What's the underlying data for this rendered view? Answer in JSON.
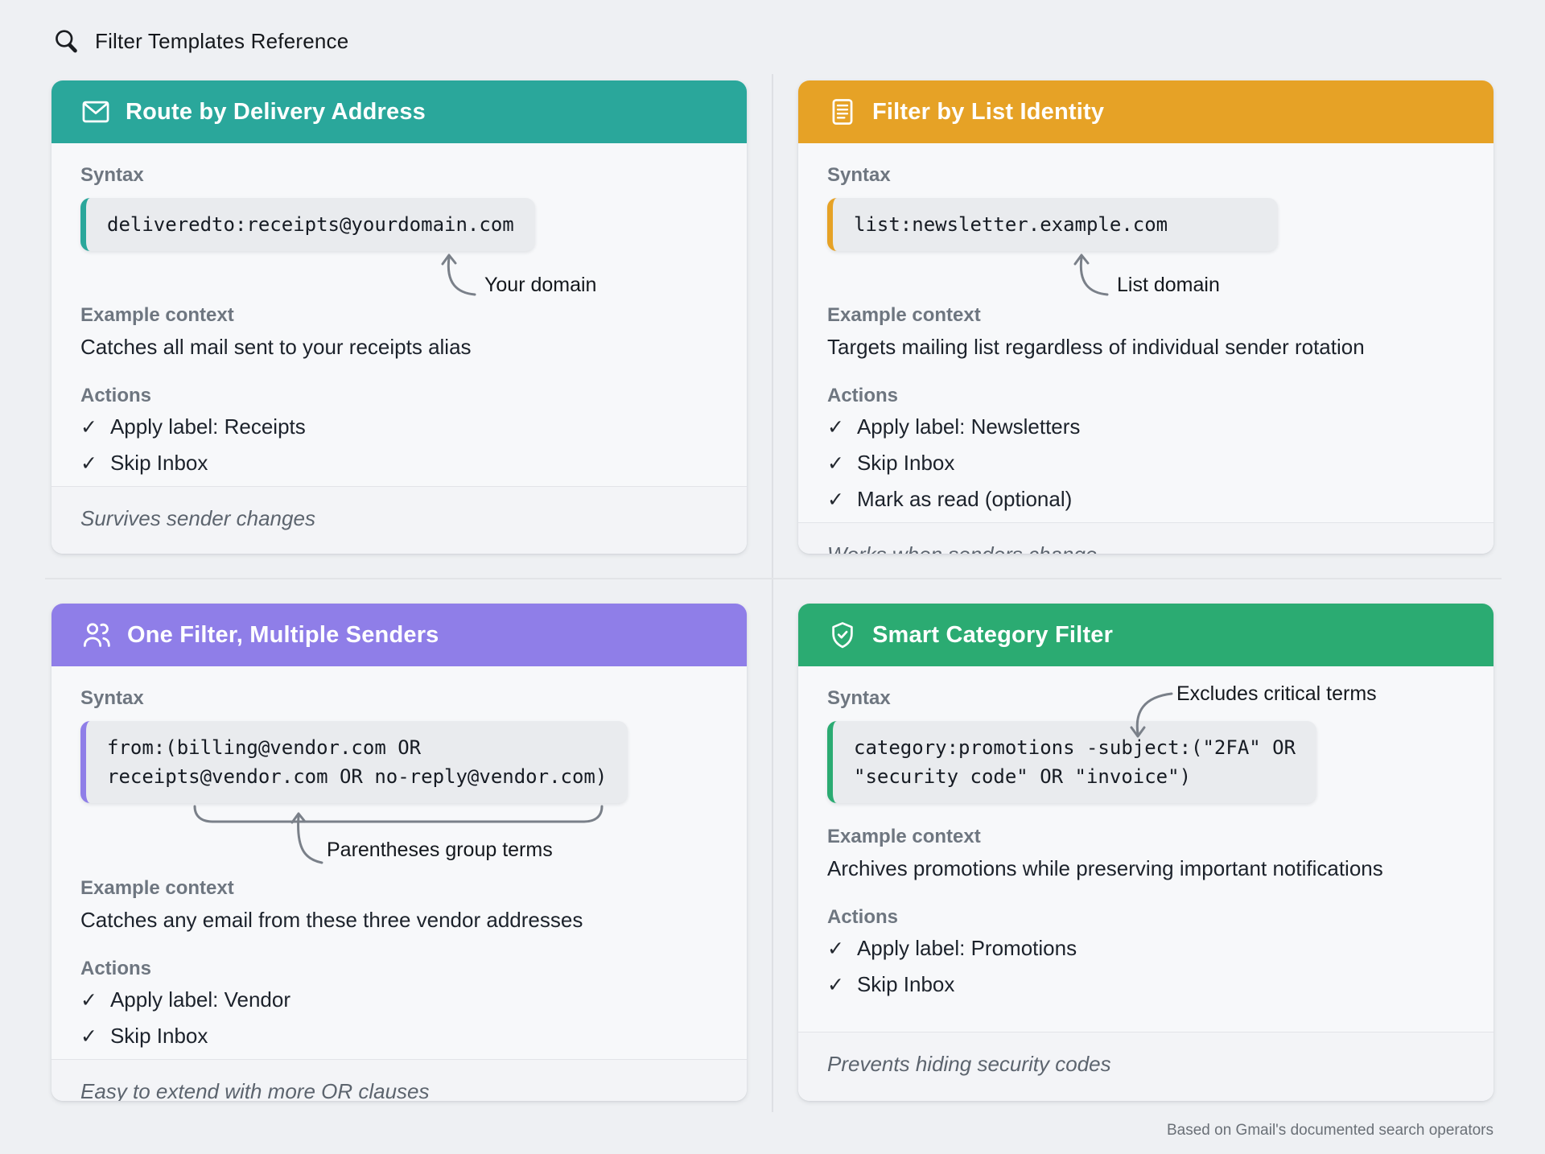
{
  "page": {
    "title": "Filter Templates Reference",
    "footnote": "Based on Gmail's documented search operators"
  },
  "section_labels": {
    "syntax": "Syntax",
    "example_context": "Example context",
    "actions": "Actions"
  },
  "glyphs": {
    "check": "✓"
  },
  "cards": [
    {
      "title": "Route by Delivery Address",
      "icon": "envelope-icon",
      "accent": "#2AA79B",
      "code_lines": [
        "deliveredto:receipts@yourdomain.com"
      ],
      "annotation": "Your domain",
      "example": "Catches all mail sent to your receipts alias",
      "actions": [
        "Apply label: Receipts",
        "Skip Inbox"
      ],
      "footer": "Survives sender changes"
    },
    {
      "title": "Filter by List Identity",
      "icon": "list-icon",
      "accent": "#E6A226",
      "code_lines": [
        "list:newsletter.example.com"
      ],
      "annotation": "List domain",
      "example": "Targets mailing list regardless of individual sender rotation",
      "actions": [
        "Apply label: Newsletters",
        "Skip Inbox",
        "Mark as read (optional)"
      ],
      "footer": "Works when senders change"
    },
    {
      "title": "One Filter, Multiple Senders",
      "icon": "users-icon",
      "accent": "#8F7EE8",
      "code_lines": [
        "from:(billing@vendor.com OR",
        "receipts@vendor.com OR no-reply@vendor.com)"
      ],
      "annotation": "Parentheses group terms",
      "example": "Catches any email from these three vendor addresses",
      "actions": [
        "Apply label: Vendor",
        "Skip Inbox"
      ],
      "footer": "Easy to extend with more OR clauses"
    },
    {
      "title": "Smart Category Filter",
      "icon": "shield-check-icon",
      "accent": "#2BAB72",
      "code_lines": [
        "category:promotions -subject:(\"2FA\" OR",
        "\"security code\" OR \"invoice\")"
      ],
      "annotation": "Excludes critical terms",
      "example": "Archives promotions while preserving important notifications",
      "actions": [
        "Apply label: Promotions",
        "Skip Inbox"
      ],
      "footer": "Prevents hiding security codes"
    }
  ]
}
